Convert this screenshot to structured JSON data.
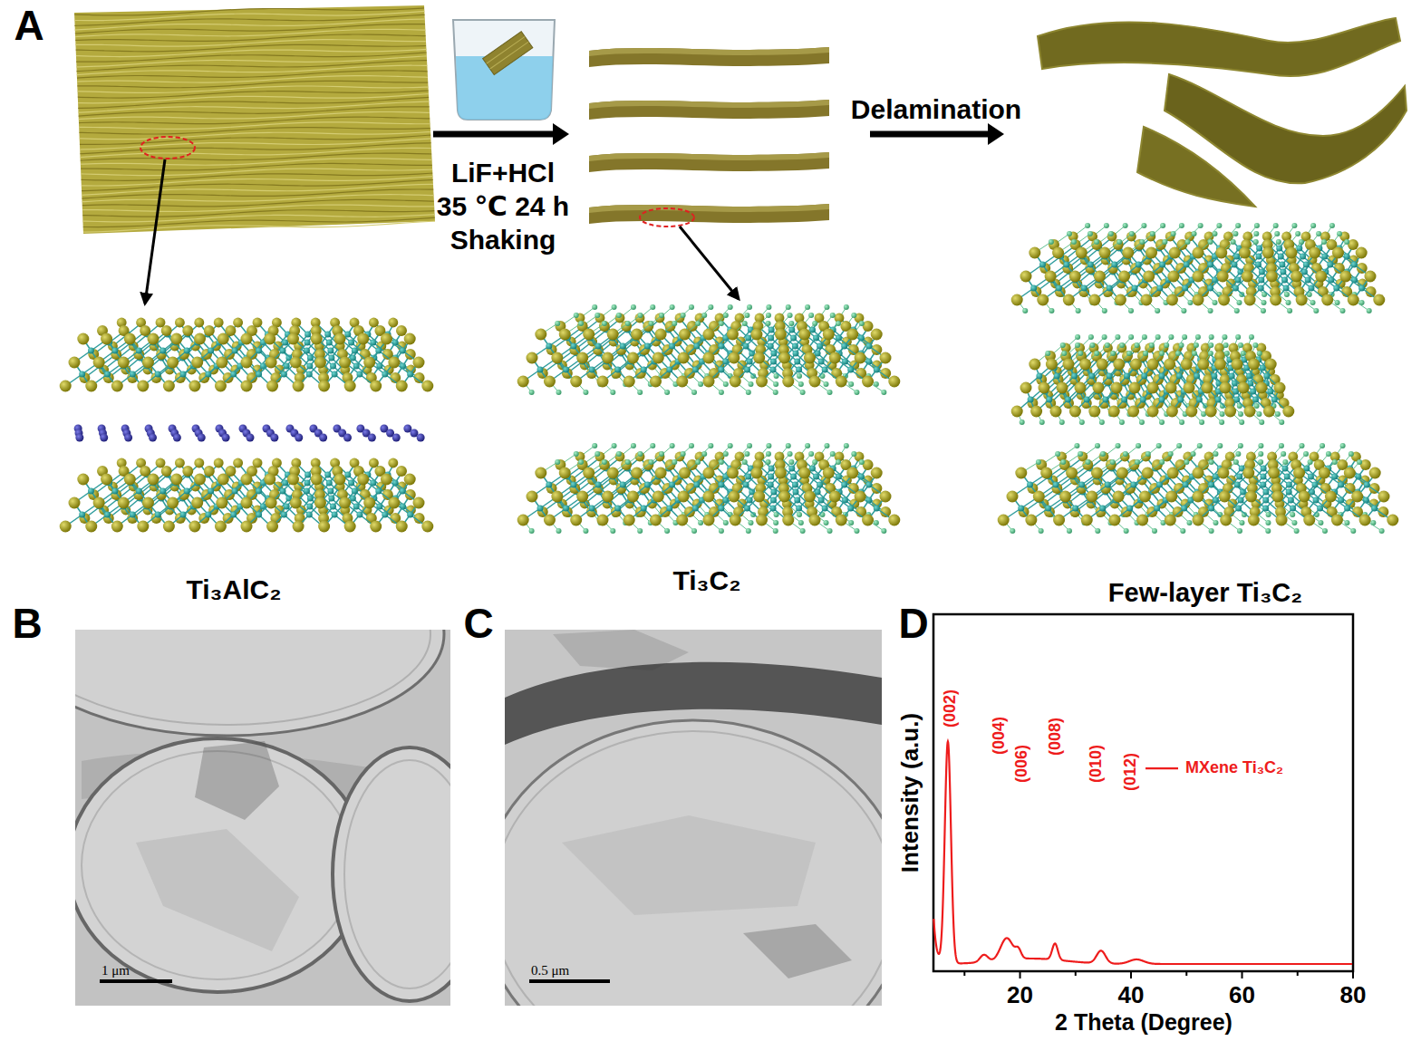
{
  "diagram": {
    "labels": [
      "A",
      "LiF+HCl",
      "35 ℃ 24 h",
      "Shaking",
      "Delamination",
      "Ti₃AlC₂",
      "Ti₃C₂",
      "Few-layer Ti₃C₂",
      "B",
      "C",
      "D",
      "1 μm",
      "0.5 μm",
      "(002)",
      "(004)",
      "(006)",
      "(008)",
      "(010)",
      "(012)",
      "Intensity (a.u.)",
      "20",
      "40",
      "60",
      "80",
      "2 Theta (Degree)"
    ],
    "legend": [
      {
        "text": "MXene Ti₃C₂"
      }
    ]
  }
}
